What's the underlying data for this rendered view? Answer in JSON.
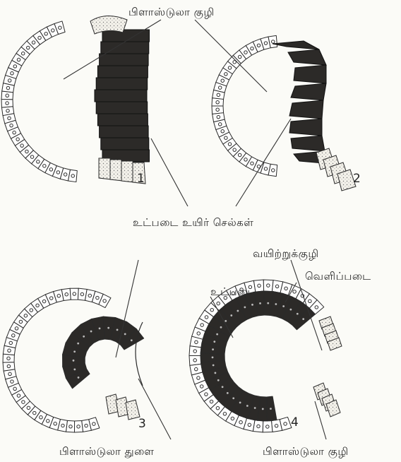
{
  "labels": {
    "blastocoel_top": "பிளாஸ்டுலா குழி",
    "endoderm_cells": "உட்படை உயிர் செல்கள்",
    "archenteron": "வயிற்றுக்குழி",
    "ectoderm": "வெளிப்படை",
    "endoderm": "உட்படை",
    "blastopore": "பிளாஸ்டுலா துளை",
    "blastocoel_bottom": "பிளாஸ்டுலா குழி"
  },
  "stage_numbers": [
    "1",
    "2",
    "3",
    "4"
  ],
  "colors": {
    "ink": "#2a2a2a",
    "dark_cell": "#2c2a28",
    "paper": "#fbfbf7",
    "dot": "#777777"
  }
}
